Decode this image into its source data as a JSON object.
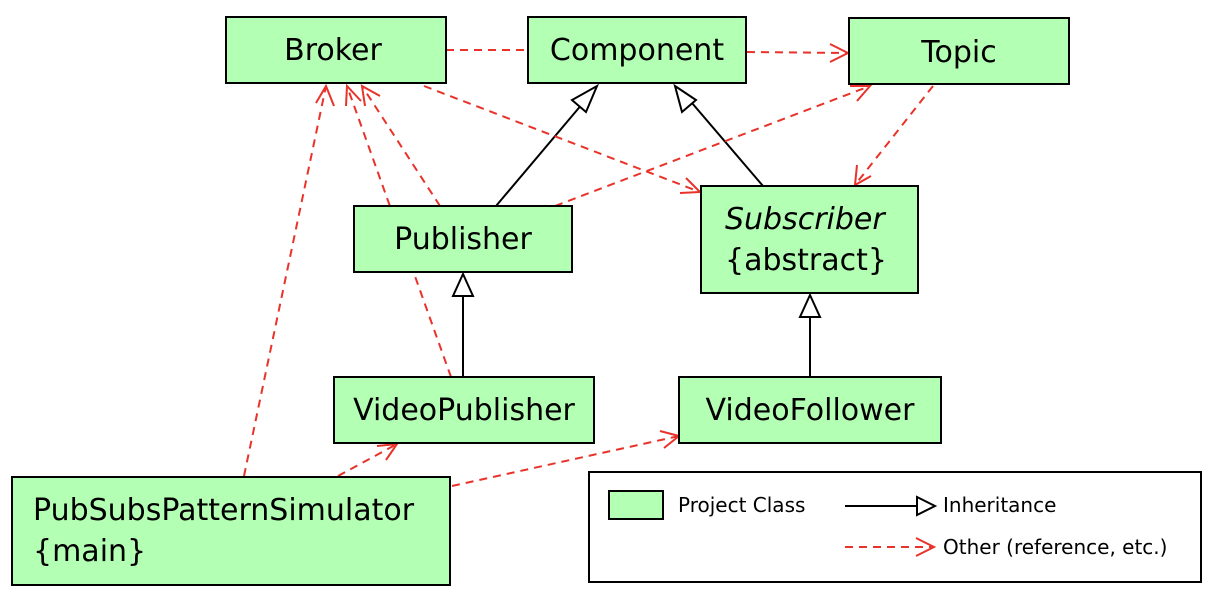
{
  "colors": {
    "class_fill": "#b3ffb3",
    "reference_line": "#e8322a",
    "inheritance_line": "#000000"
  },
  "nodes": {
    "broker": {
      "label": "Broker"
    },
    "component": {
      "label": "Component"
    },
    "topic": {
      "label": "Topic"
    },
    "publisher": {
      "label": "Publisher"
    },
    "subscriber": {
      "label": "Subscriber",
      "stereotype": "{abstract}"
    },
    "video_publisher": {
      "label": "VideoPublisher"
    },
    "video_follower": {
      "label": "VideoFollower"
    },
    "simulator": {
      "label": "PubSubsPatternSimulator",
      "stereotype": "{main}"
    }
  },
  "edges": [
    {
      "from": "publisher",
      "to": "component",
      "type": "inheritance"
    },
    {
      "from": "subscriber",
      "to": "component",
      "type": "inheritance"
    },
    {
      "from": "video_publisher",
      "to": "publisher",
      "type": "inheritance"
    },
    {
      "from": "video_follower",
      "to": "subscriber",
      "type": "inheritance"
    },
    {
      "from": "broker",
      "to": "component",
      "type": "reference"
    },
    {
      "from": "component",
      "to": "topic",
      "type": "reference"
    },
    {
      "from": "broker",
      "to": "subscriber",
      "type": "reference"
    },
    {
      "from": "topic",
      "to": "subscriber",
      "type": "reference"
    },
    {
      "from": "publisher",
      "to": "topic",
      "type": "reference"
    },
    {
      "from": "publisher",
      "to": "broker",
      "type": "reference"
    },
    {
      "from": "video_publisher",
      "to": "broker",
      "type": "reference"
    },
    {
      "from": "simulator",
      "to": "broker",
      "type": "reference"
    },
    {
      "from": "simulator",
      "to": "video_publisher",
      "type": "reference"
    },
    {
      "from": "simulator",
      "to": "video_follower",
      "type": "reference"
    }
  ],
  "legend": {
    "project_class": "Project Class",
    "inheritance": "Inheritance",
    "other": "Other (reference, etc.)"
  }
}
